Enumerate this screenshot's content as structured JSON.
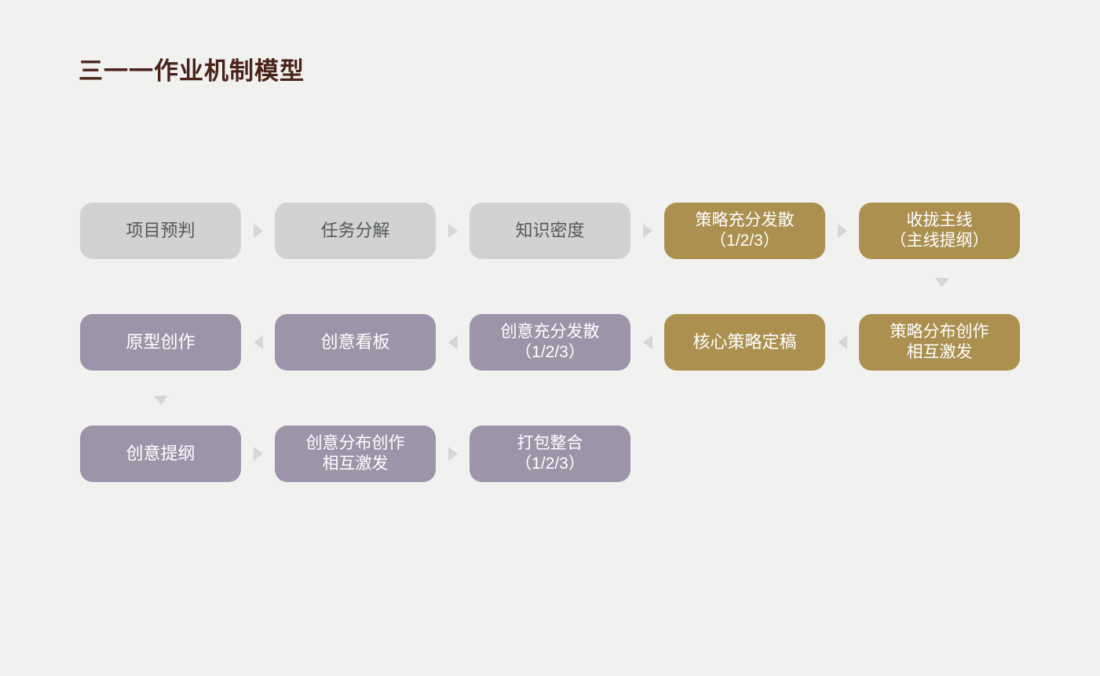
{
  "title": "三一一作业机制模型",
  "colors": {
    "background": "#f1f1f0",
    "title": "#4a2318",
    "gray_node": "#d2d2d2",
    "gray_node_text": "#55595c",
    "purple_node": "#9d94a9",
    "gold_node": "#ab9050",
    "node_text_light": "#ffffff",
    "connector": "#d6d6d6"
  },
  "flow": {
    "row1": {
      "nodes": [
        {
          "line1": "项目预判",
          "line2": "",
          "color": "gray"
        },
        {
          "line1": "任务分解",
          "line2": "",
          "color": "gray"
        },
        {
          "line1": "知识密度",
          "line2": "",
          "color": "gray"
        },
        {
          "line1": "策略充分发散",
          "line2": "（1/2/3）",
          "color": "gold"
        },
        {
          "line1": "收拢主线",
          "line2": "（主线提纲）",
          "color": "gold"
        }
      ],
      "connectors": [
        "arrow-right",
        "arrow-right",
        "arrow-right",
        "arrow-right"
      ]
    },
    "row2": {
      "nodes": [
        {
          "line1": "原型创作",
          "line2": "",
          "color": "purple"
        },
        {
          "line1": "创意看板",
          "line2": "",
          "color": "purple"
        },
        {
          "line1": "创意充分发散",
          "line2": "（1/2/3）",
          "color": "purple"
        },
        {
          "line1": "核心策略定稿",
          "line2": "",
          "color": "gold"
        },
        {
          "line1": "策略分布创作",
          "line2": "相互激发",
          "color": "gold"
        }
      ],
      "connectors": [
        "arrow-left",
        "arrow-left",
        "arrow-left",
        "arrow-left"
      ]
    },
    "row3": {
      "nodes": [
        {
          "line1": "创意提纲",
          "line2": "",
          "color": "purple"
        },
        {
          "line1": "创意分布创作",
          "line2": "相互激发",
          "color": "purple"
        },
        {
          "line1": "打包整合",
          "line2": "（1/2/3）",
          "color": "purple"
        }
      ],
      "connectors": [
        "arrow-right",
        "arrow-right"
      ]
    },
    "vertical_connectors": [
      {
        "name": "row1-to-row2-arrow",
        "direction": "arrow-down"
      },
      {
        "name": "row2-to-row3-arrow",
        "direction": "arrow-down"
      }
    ]
  }
}
